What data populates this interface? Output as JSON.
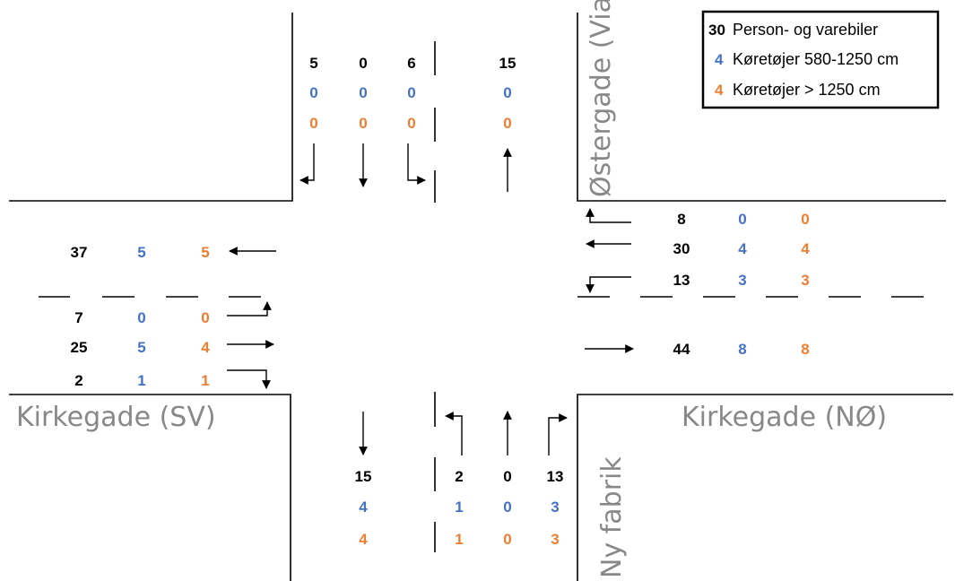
{
  "colors": {
    "cars": "#000000",
    "medium": "#4472C4",
    "large": "#ED7D31",
    "road_label": "#888888"
  },
  "legend": [
    {
      "value": "30",
      "label": "Person- og varebiler",
      "class": "cars"
    },
    {
      "value": "4",
      "label": "Køretøjer 580-1250 cm",
      "class": "medium"
    },
    {
      "value": "4",
      "label": "Køretøjer > 1250 cm",
      "class": "large"
    }
  ],
  "roads": {
    "ostergade": "Østergade (Viadukt)",
    "kirkegade_sv": "Kirkegade (SV)",
    "kirkegade_no": "Kirkegade (NØ)",
    "ny_fabrik": "Ny fabrik"
  },
  "approaches": {
    "north": {
      "movements": [
        {
          "direction": "right-turn",
          "cars": "5",
          "medium": "0",
          "large": "0"
        },
        {
          "direction": "through",
          "cars": "0",
          "medium": "0",
          "large": "0"
        },
        {
          "direction": "left-turn",
          "cars": "6",
          "medium": "0",
          "large": "0"
        }
      ],
      "exit": {
        "cars": "15",
        "medium": "0",
        "large": "0"
      }
    },
    "east": {
      "movements": [
        {
          "direction": "right-turn",
          "cars": "8",
          "medium": "0",
          "large": "0"
        },
        {
          "direction": "through",
          "cars": "30",
          "medium": "4",
          "large": "4"
        },
        {
          "direction": "left-turn",
          "cars": "13",
          "medium": "3",
          "large": "3"
        }
      ],
      "exit": {
        "cars": "44",
        "medium": "8",
        "large": "8"
      }
    },
    "west": {
      "exit": {
        "cars": "37",
        "medium": "5",
        "large": "5"
      },
      "movements": [
        {
          "direction": "left-turn",
          "cars": "7",
          "medium": "0",
          "large": "0"
        },
        {
          "direction": "through",
          "cars": "25",
          "medium": "5",
          "large": "4"
        },
        {
          "direction": "right-turn",
          "cars": "2",
          "medium": "1",
          "large": "1"
        }
      ]
    },
    "south": {
      "exit": {
        "cars": "15",
        "medium": "4",
        "large": "4"
      },
      "movements": [
        {
          "direction": "left-turn",
          "cars": "2",
          "medium": "1",
          "large": "1"
        },
        {
          "direction": "through",
          "cars": "0",
          "medium": "0",
          "large": "0"
        },
        {
          "direction": "right-turn",
          "cars": "13",
          "medium": "3",
          "large": "3"
        }
      ]
    }
  }
}
